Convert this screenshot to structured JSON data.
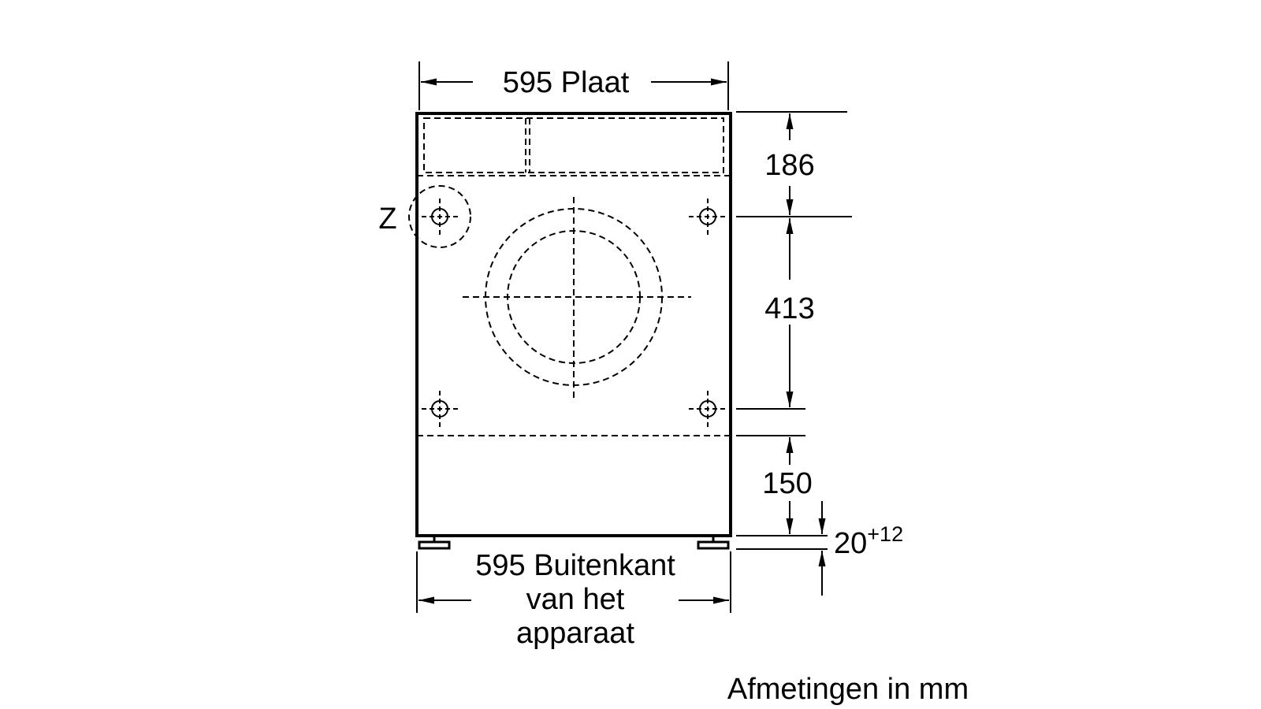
{
  "labels": {
    "plate_width": "595 Plaat",
    "top_height": "186",
    "mid_height": "413",
    "bottom_height": "150",
    "foot_height_base": "20",
    "foot_height_sup": "+12",
    "outer_width_line1": "595 Buitenkant",
    "outer_width_line2": "van het",
    "outer_width_line3": "apparaat",
    "detail_marker": "Z",
    "unit_note": "Afmetingen in mm"
  }
}
